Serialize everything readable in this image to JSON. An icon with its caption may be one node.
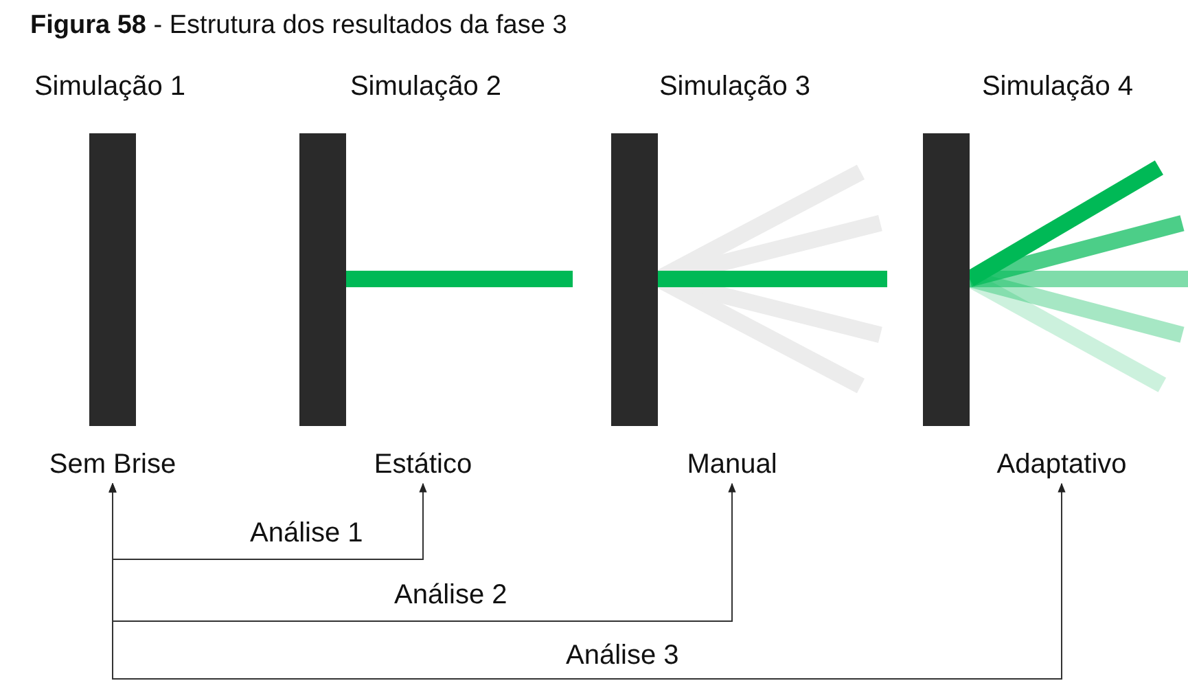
{
  "diagram": {
    "title": "**Figura 58** - Estrutura dos resultados da fase 3",
    "nodes": [
      {
        "text": [
          "Sem Brise"
        ]
      },
      {
        "text": [
          "Estático"
        ]
      },
      {
        "text": [
          "Manual"
        ]
      },
      {
        "text": [
          "Adaptativo"
        ]
      }
    ],
    "edges": [
      {
        "from": 0,
        "to": 1,
        "arrow": "both",
        "label": "Análise 1"
      },
      {
        "from": 0,
        "to": 2,
        "arrow": "both",
        "label": "Análise 2"
      },
      {
        "from": 0,
        "to": 3,
        "arrow": "both",
        "label": "Análise 3"
      }
    ],
    "labels": [
      "Simulação 1",
      "Simulação 2",
      "Simulação 3",
      "Simulação 4"
    ]
  }
}
